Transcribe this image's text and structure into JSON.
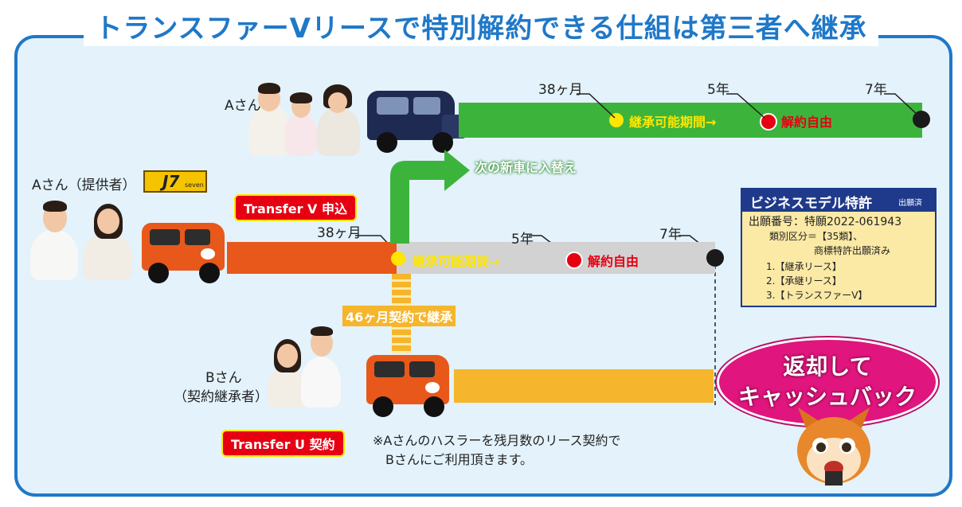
{
  "title": "トランスファーVリースで特別解約できる仕組は第三者へ継承",
  "row_a": {
    "person_label": "Aさん",
    "months_label": "38ヶ月",
    "year5_label": "5年",
    "year7_label": "7年",
    "inherit_label": "継承可能期間→",
    "free_label": "解約自由"
  },
  "row_provider": {
    "person_label": "Aさん（提供者）",
    "logo_text": "J7",
    "logo_sub": "seven",
    "transfer_v_label": "Transfer V 申込",
    "months_label": "38ヶ月",
    "year5_label": "5年",
    "year7_label": "7年",
    "inherit_label": "継承可能期間→",
    "free_label": "解約自由",
    "new_car_label": "次の新車に入替え",
    "contract_label": "46ヶ月契約で継承"
  },
  "row_b": {
    "person_label": "Bさん",
    "person_sub": "（契約継承者）",
    "transfer_u_label": "Transfer U 契約",
    "note_line1": "※Aさんのハスラーを残月数のリース契約で",
    "note_line2": "Bさんにご利用頂きます。"
  },
  "patent": {
    "heading": "ビジネスモデル特許",
    "heading_badge": "出願済",
    "line1": "出願番号：特願2022-061943",
    "line2": "類別区分＝【35類】、",
    "line3": "商標特許出願済み",
    "item1": "1.【継承リース】",
    "item2": "2.【承継リース】",
    "item3": "3.【トランスファーV】"
  },
  "cashback": {
    "line1": "返却して",
    "line2": "キャッシュバック"
  },
  "colors": {
    "frame_blue": "#1f78c8",
    "green": "#3cb43c",
    "orange": "#e8581a",
    "gray": "#d2d2d2",
    "amber": "#f5b52c",
    "red": "#e60012",
    "yellow": "#ffe600",
    "magenta": "#e0157e"
  }
}
